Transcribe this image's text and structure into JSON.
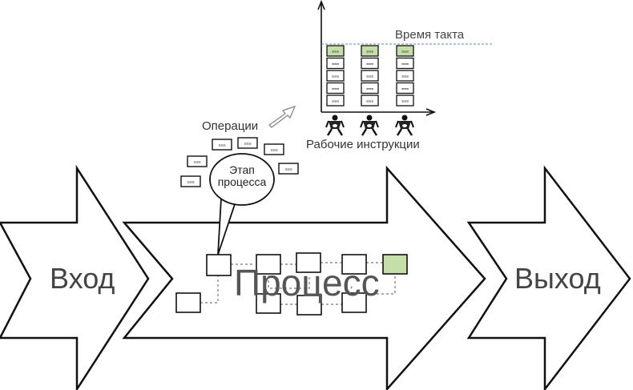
{
  "diagram": {
    "input_label": "Вход",
    "process_label": "Процесс",
    "output_label": "Выход",
    "process_step_label": "Этап процесса",
    "operations_label": "Операции",
    "takt_time_label": "Время такта",
    "work_instructions_label": "Рабочие инструкции",
    "card_mark": "≡≡≡"
  },
  "colors": {
    "stroke": "#111111",
    "highlight_fill": "#c6dfa9",
    "takt_line": "#5b86c8",
    "dashed_link": "#777777"
  }
}
